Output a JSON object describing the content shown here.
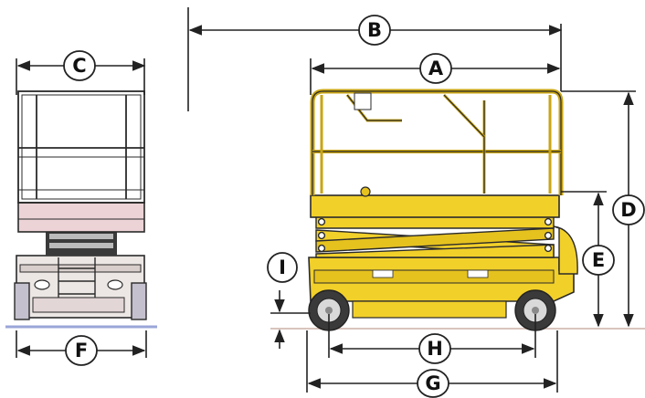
{
  "figure": {
    "labels": {
      "a": "A",
      "b": "B",
      "c": "C",
      "d": "D",
      "e": "E",
      "f": "F",
      "g": "G",
      "h": "H",
      "i": "I"
    },
    "colors": {
      "machine_yellow": "#f2d02a",
      "machine_yellow_dark": "#c9a514",
      "outline": "#2a2a2a",
      "ground": "#9aa6d8",
      "platform_pink": "#ecd3d6",
      "dimension_line": "#222222"
    }
  }
}
